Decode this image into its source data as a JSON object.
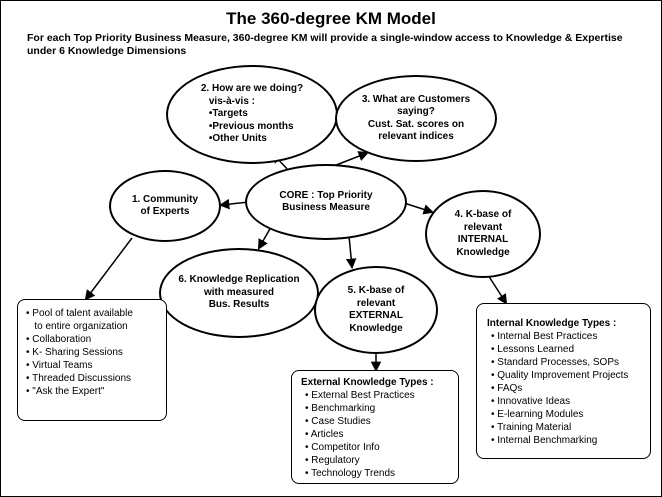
{
  "title": "The 360-degree KM Model",
  "subtitle": "For each Top Priority Business Measure, 360-degree KM will provide a single-window access to Knowledge & Expertise under 6 Knowledge Dimensions",
  "nodes": {
    "core": {
      "line1": "CORE : Top Priority",
      "line2": "Business Measure"
    },
    "how_doing": {
      "line1": "2. How are we doing?",
      "line2": "vis-à-vis :",
      "items": [
        "•Targets",
        "•Previous months",
        "•Other Units"
      ]
    },
    "customers": {
      "line1": "3. What are Customers",
      "line2": "saying?",
      "line3": "Cust. Sat.  scores on",
      "line4": "relevant  indices"
    },
    "community": {
      "line1": "1. Community",
      "line2": "of Experts"
    },
    "internal_kbase": {
      "line1": "4. K-base of",
      "line2": "relevant",
      "line3": "INTERNAL",
      "line4": "Knowledge"
    },
    "replication": {
      "line1": "6. Knowledge Replication",
      "line2": "with measured",
      "line3": "Bus. Results"
    },
    "external_kbase": {
      "line1": "5. K-base of",
      "line2": "relevant",
      "line3": "EXTERNAL",
      "line4": "Knowledge"
    }
  },
  "community_box": {
    "items": [
      "• Pool of talent available",
      "   to entire organization",
      "• Collaboration",
      "• K- Sharing Sessions",
      "• Virtual Teams",
      "• Threaded Discussions",
      "• \"Ask the Expert\""
    ]
  },
  "internal_box": {
    "heading": "Internal Knowledge Types :",
    "items": [
      "• Internal Best Practices",
      "• Lessons Learned",
      "• Standard Processes, SOPs",
      "• Quality Improvement Projects",
      "• FAQs",
      "• Innovative Ideas",
      "• E-learning Modules",
      "• Training Material",
      "• Internal Benchmarking"
    ]
  },
  "external_box": {
    "heading": "External Knowledge Types :",
    "items": [
      "• External Best Practices",
      "• Benchmarking",
      "• Case Studies",
      "• Articles",
      "• Competitor Info",
      "• Regulatory",
      "• Technology Trends"
    ]
  }
}
